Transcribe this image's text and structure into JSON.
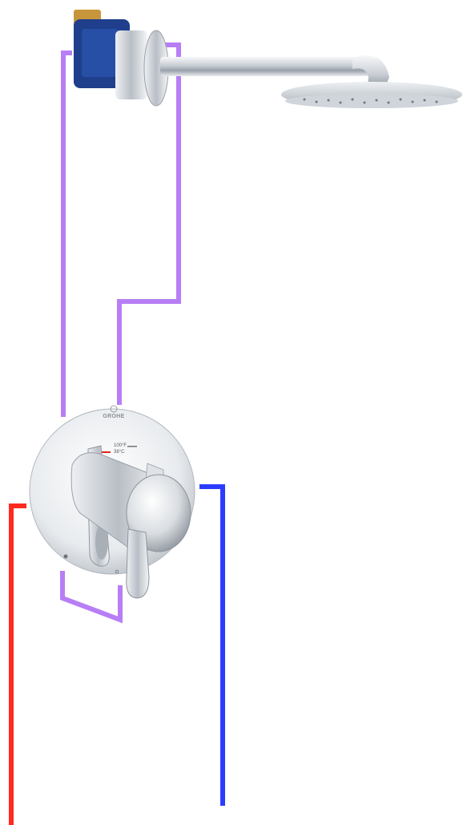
{
  "brand": "GROHE",
  "temperature": {
    "fahrenheit": "100°F",
    "celsius": "38°C"
  },
  "colors": {
    "mixed_water": "#b77ef5",
    "hot_water": "#ff2a1f",
    "cold_water": "#2b3cff",
    "chrome": "#d8dde2",
    "valve_body": "#1f3f8c",
    "brass": "#c8963a"
  }
}
